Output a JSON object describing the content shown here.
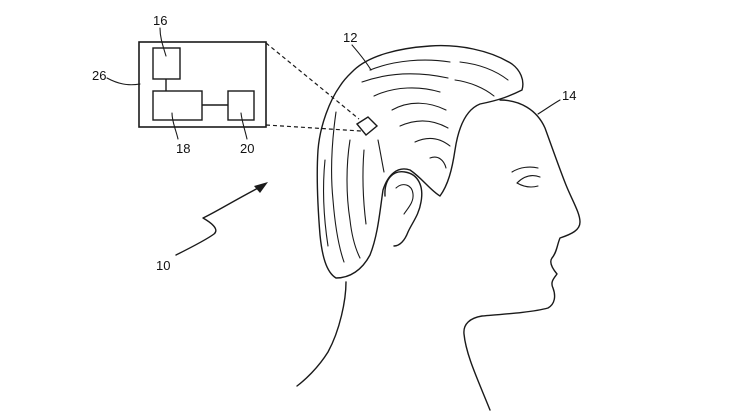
{
  "figure": {
    "labels": {
      "system": "10",
      "hair": "12",
      "head": "14",
      "component_top": "16",
      "component_left": "18",
      "component_right": "20",
      "enlarged_view": "26"
    }
  },
  "colors": {
    "ink": "#1a1a1a",
    "background": "#ffffff"
  }
}
